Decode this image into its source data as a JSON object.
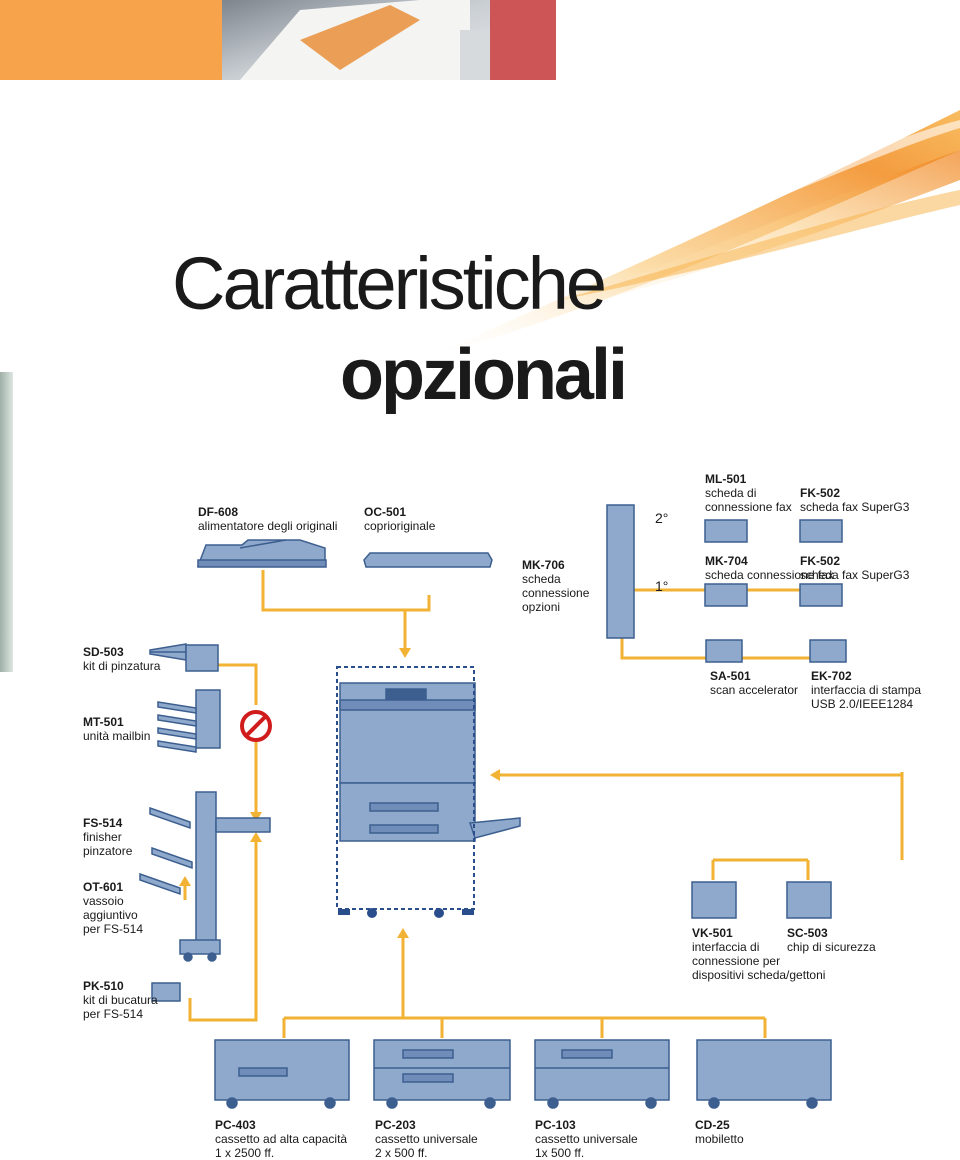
{
  "title": {
    "line1": "Caratteristiche",
    "line2": "opzionali"
  },
  "fax_slots": {
    "first": "1°",
    "second": "2°"
  },
  "colors": {
    "connector": "#f2b233",
    "device_fill": "#8fa9cd",
    "device_stroke": "#3d5f8f",
    "accent_orange": "#f7a34b",
    "accent_red": "#cd5556"
  },
  "options": {
    "df608": {
      "code": "DF-608",
      "desc": "alimentatore degli originali"
    },
    "oc501": {
      "code": "OC-501",
      "desc": "coprioriginale"
    },
    "mk706": {
      "code": "MK-706",
      "desc": "scheda\nconnessione\nopzioni"
    },
    "ml501": {
      "code": "ML-501",
      "desc": "scheda di\nconnessione fax"
    },
    "fk502a": {
      "code": "FK-502",
      "desc": "scheda fax SuperG3"
    },
    "mk704": {
      "code": "MK-704",
      "desc": "scheda connessione fax"
    },
    "fk502b": {
      "code": "FK-502",
      "desc": "scheda fax SuperG3"
    },
    "sd503": {
      "code": "SD-503",
      "desc": "kit di pinzatura"
    },
    "mt501": {
      "code": "MT-501",
      "desc": "unità mailbin"
    },
    "sa501": {
      "code": "SA-501",
      "desc": "scan accelerator"
    },
    "ek702": {
      "code": "EK-702",
      "desc": "interfaccia di stampa\nUSB 2.0/IEEE1284"
    },
    "fs514": {
      "code": "FS-514",
      "desc": "finisher\npinzatore"
    },
    "ot601": {
      "code": "OT-601",
      "desc": "vassoio\naggiuntivo\nper FS-514"
    },
    "vk501": {
      "code": "VK-501",
      "desc": "interfaccia di\nconnessione per\ndispositivi scheda/gettoni"
    },
    "sc503": {
      "code": "SC-503",
      "desc": "chip di sicurezza"
    },
    "pk510": {
      "code": "PK-510",
      "desc": "kit di bucatura\nper FS-514"
    },
    "pc403": {
      "code": "PC-403",
      "desc": "cassetto ad alta capacità\n1 x 2500 ff."
    },
    "pc203": {
      "code": "PC-203",
      "desc": "cassetto universale\n2 x 500 ff."
    },
    "pc103": {
      "code": "PC-103",
      "desc": "cassetto universale\n1x 500 ff."
    },
    "cd25": {
      "code": "CD-25",
      "desc": "mobiletto"
    }
  }
}
